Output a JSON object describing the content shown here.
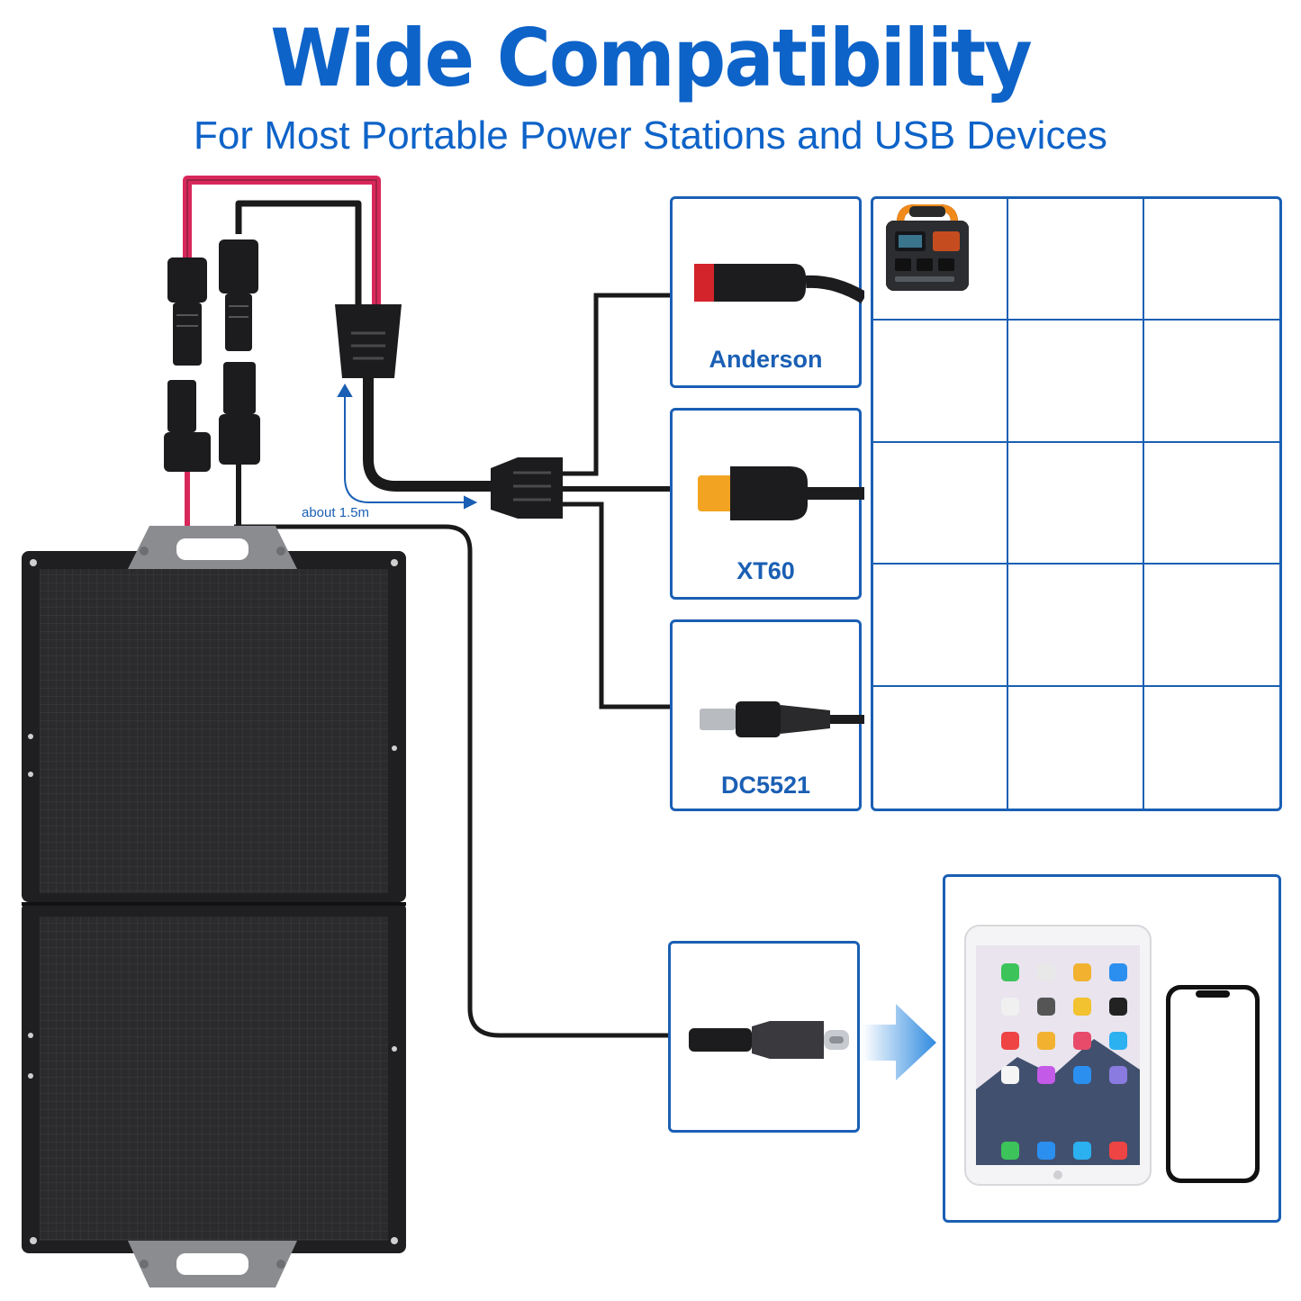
{
  "header": {
    "title": "Wide Compatibility",
    "subtitle": "For Most Portable Power Stations and USB Devices"
  },
  "cable": {
    "length_label": "about 1.5m"
  },
  "connectors": [
    {
      "label": "Anderson"
    },
    {
      "label": "XT60"
    },
    {
      "label": "DC5521"
    }
  ],
  "power_stations": [
    {
      "body": "#3a3d42",
      "accent": "#f07a1a"
    },
    {
      "body": "#2f3136",
      "accent": "#f4e6a0"
    },
    {
      "body": "#4a4d52",
      "accent": "#e8d46a"
    },
    {
      "body": "#e0521c",
      "accent": "#2a2a2a"
    },
    {
      "body": "#e0521c",
      "accent": "#2a2a2a"
    },
    {
      "body": "#2b2d31",
      "accent": "#4a4d52"
    },
    {
      "body": "#2b2d31",
      "accent": "#5a5d62"
    },
    {
      "body": "#2b2d31",
      "accent": "#5a5d62"
    },
    {
      "body": "#3a3d42",
      "accent": "#8cc63f"
    },
    {
      "body": "#2b2d31",
      "accent": "#d9341a"
    },
    {
      "body": "#2b2d31",
      "accent": "#f07a1a"
    },
    {
      "body": "#c9ccd1",
      "accent": "#3a3d42"
    },
    {
      "body": "#2b2d31",
      "accent": "#f08a1a"
    },
    {
      "body": "#e0521c",
      "accent": "#2a2a2a"
    },
    {
      "body": "#2b2d31",
      "accent": "#e0521c"
    }
  ],
  "colors": {
    "accent": "#1a5fb4",
    "title": "#0e63c8",
    "cable_red": "#d8285a",
    "cable_black": "#1a1a1a",
    "panel": "#2c2c2e"
  }
}
